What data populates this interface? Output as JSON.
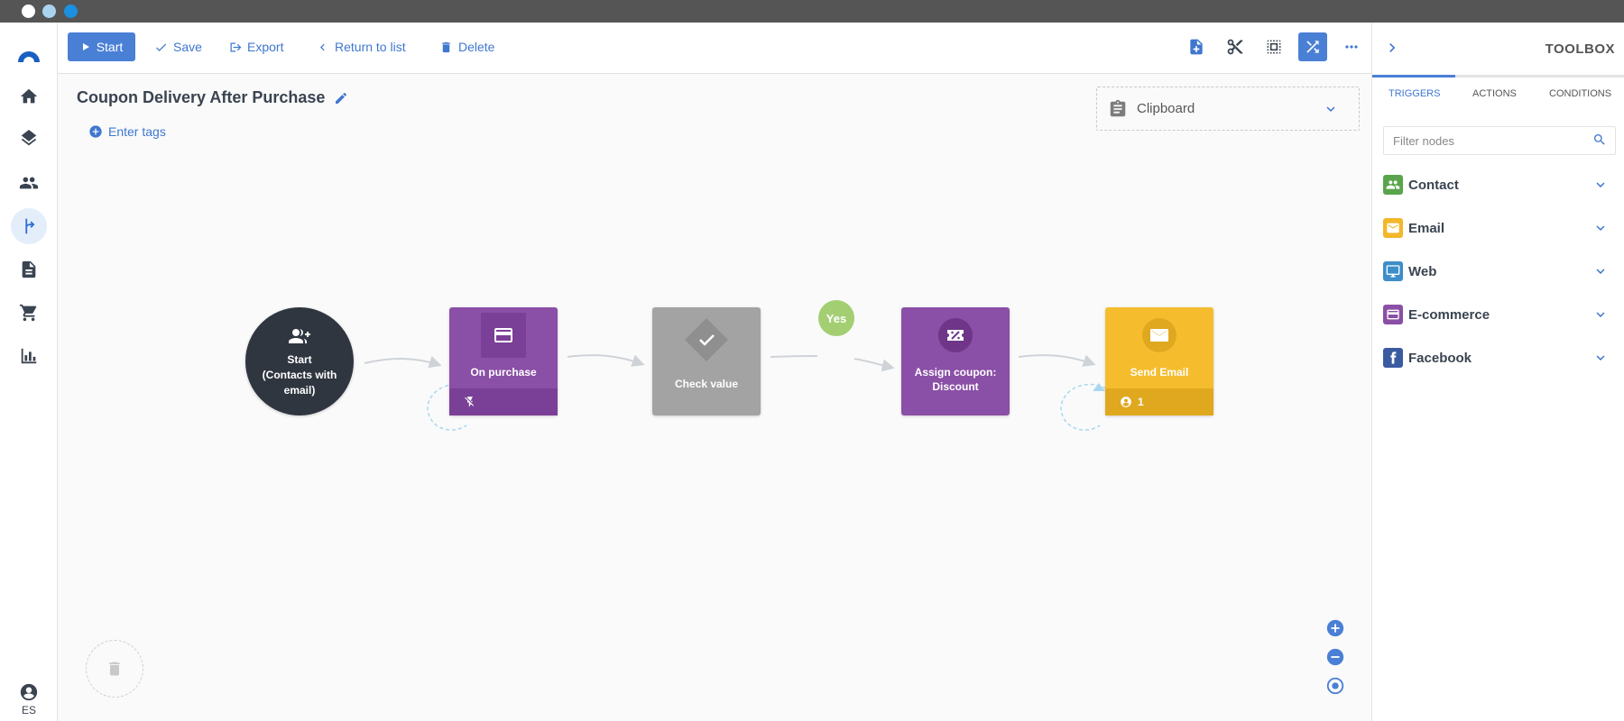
{
  "toolbar": {
    "start_label": "Start",
    "save_label": "Save",
    "export_label": "Export",
    "return_label": "Return to list",
    "delete_label": "Delete"
  },
  "nav": {
    "items": [
      "home-icon",
      "layers-icon",
      "contacts-icon",
      "automation-icon",
      "document-icon",
      "cart-icon",
      "chart-icon"
    ],
    "active": "automation-icon",
    "language": "ES"
  },
  "canvas": {
    "title": "Coupon Delivery After Purchase",
    "tags_label": "Enter tags",
    "clipboard_label": "Clipboard",
    "nodes": {
      "start": {
        "line1": "Start",
        "line2": "(Contacts with",
        "line3": "email)"
      },
      "on_purchase": {
        "label": "On purchase"
      },
      "check_value": {
        "label": "Check value"
      },
      "yes_label": "Yes",
      "assign_coupon": {
        "line1": "Assign coupon:",
        "line2": "Discount"
      },
      "send_email": {
        "label": "Send Email",
        "contact_count": "1"
      }
    }
  },
  "toolbox": {
    "title": "TOOLBOX",
    "tabs": [
      "TRIGGERS",
      "ACTIONS",
      "CONDITIONS"
    ],
    "active_tab": "TRIGGERS",
    "filter_placeholder": "Filter nodes",
    "categories": [
      {
        "label": "Contact",
        "color": "#5aa54c"
      },
      {
        "label": "Email",
        "color": "#f2b72a"
      },
      {
        "label": "Web",
        "color": "#3d8ec9"
      },
      {
        "label": "E-commerce",
        "color": "#8a4fa6"
      },
      {
        "label": "Facebook",
        "color": "#3b5ba0"
      }
    ]
  },
  "colors": {
    "accent": "#4a7fd6",
    "purple_node": "#8a4fa6",
    "grey_node": "#a3a3a3",
    "yellow_node": "#f5bd2e",
    "start_node": "#2f3640",
    "yes_badge": "#a3cf72"
  }
}
